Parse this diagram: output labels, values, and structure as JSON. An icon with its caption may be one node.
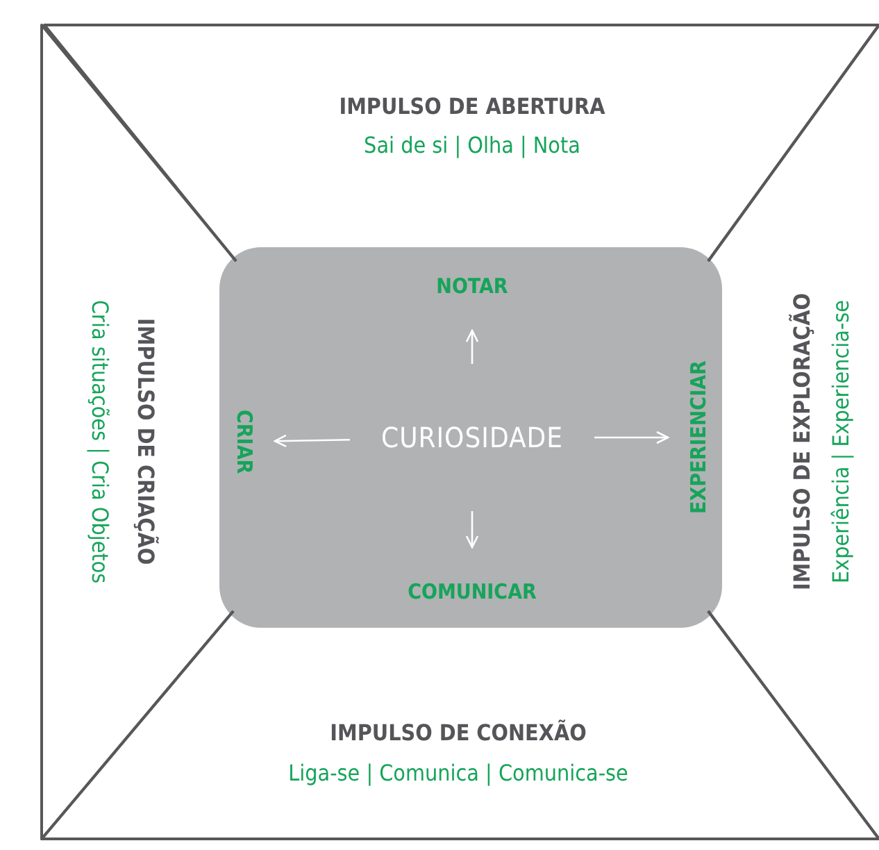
{
  "diagram": {
    "nodes": [
      {
        "text": [],
        "shape": "box"
      },
      {
        "text": [
          "CURIOSIDADE"
        ],
        "in": 0
      },
      {
        "text": [
          "NOTAR"
        ],
        "in": 0
      },
      {
        "text": [
          "CRIAR"
        ],
        "in": 0
      },
      {
        "text": [
          "EXPERIENCIAR"
        ],
        "in": 0
      },
      {
        "text": [
          "COMUNICAR"
        ],
        "in": 0
      },
      {
        "text": [
          "IMPULSO DE ABERTURA",
          "Sai de si | Olha | Nota"
        ]
      },
      {
        "text": [
          "IMPULSO DE CRIAÇÃO",
          "Cria situações | Cria Objetos"
        ]
      },
      {
        "text": [
          "IMPULSO DE EXPLORAÇÃO",
          "Experiência | Experiencia-se"
        ]
      },
      {
        "text": [
          "IMPULSO DE CONEXÃO",
          "Liga-se | Comunica | Comunica-se"
        ]
      }
    ],
    "edges": [
      {
        "from": 1,
        "to": 2,
        "arrow": "to"
      },
      {
        "from": 1,
        "to": 3,
        "arrow": "to"
      },
      {
        "from": 1,
        "to": 4,
        "arrow": "to"
      },
      {
        "from": 1,
        "to": 5,
        "arrow": "to"
      }
    ]
  }
}
